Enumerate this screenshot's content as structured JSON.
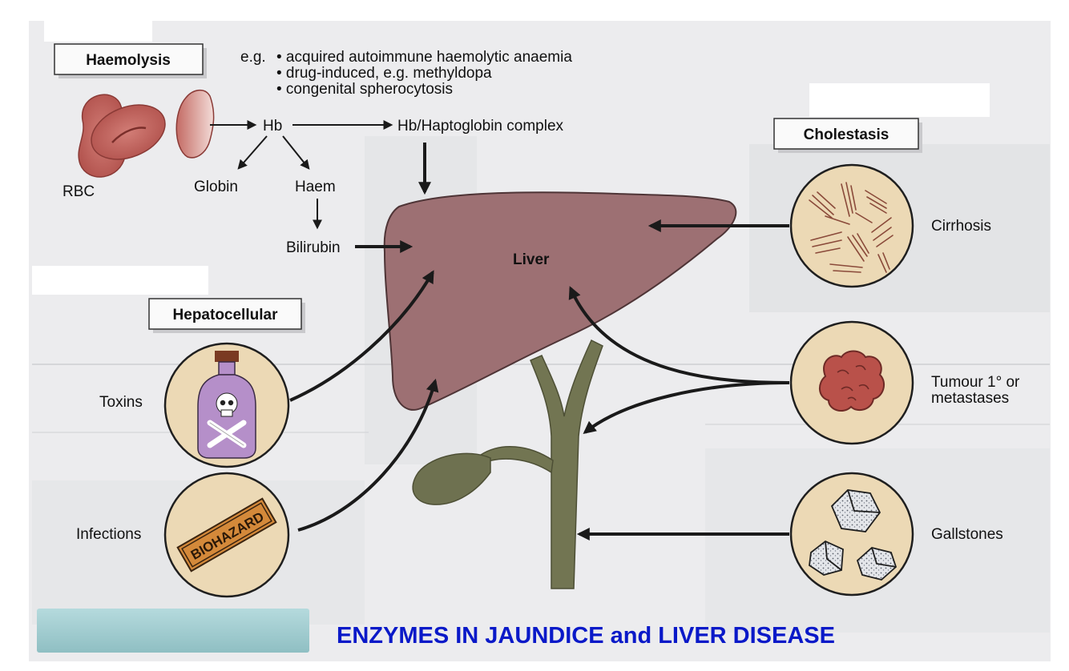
{
  "diagram": {
    "haemolysis": {
      "title": "Haemolysis",
      "eg": "e.g.",
      "examples": [
        "• acquired autoimmune haemolytic anaemia",
        "• drug-induced, e.g. methyldopa",
        "• congenital spherocytosis"
      ],
      "rbc": "RBC",
      "hb": "Hb",
      "complex": "Hb/Haptoglobin complex",
      "globin": "Globin",
      "haem": "Haem",
      "bilirubin": "Bilirubin"
    },
    "liver": "Liver",
    "hepatocellular": {
      "title": "Hepatocellular",
      "toxins": "Toxins",
      "infections": "Infections",
      "biohazard": "BIOHAZARD"
    },
    "cholestasis": {
      "title": "Cholestasis",
      "cirrhosis": "Cirrhosis",
      "tumour_line1": "Tumour 1° or",
      "tumour_line2": "metastases",
      "gallstones": "Gallstones"
    }
  },
  "footer": {
    "title": "ENZYMES IN JAUNDICE and LIVER DISEASE"
  },
  "colors": {
    "liver": "#9d7073",
    "liver_outline": "#4e3436",
    "rbc": "#bf5a55",
    "circle_fill": "#ecd9b5",
    "duct": "#727552",
    "title_text": "#0a19c8",
    "teal_box": "#a9d0d3"
  }
}
